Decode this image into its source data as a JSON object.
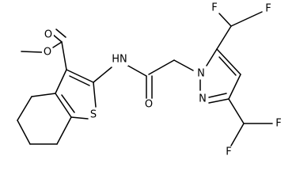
{
  "structure": {
    "atoms": {
      "O_carbonyl_ester": "O",
      "O_ester_ether": "O",
      "NH_amide": "HN",
      "S_thiophene": "S",
      "O_amide": "O",
      "N1_pyrazole": "N",
      "N2_pyrazole": "N",
      "F_top_left": "F",
      "F_top_right": "F",
      "F_bottom_right": "F",
      "F_bottom_left": "F"
    }
  },
  "colors": {
    "bond": "#000000",
    "label": "#000000",
    "background": "#ffffff"
  }
}
